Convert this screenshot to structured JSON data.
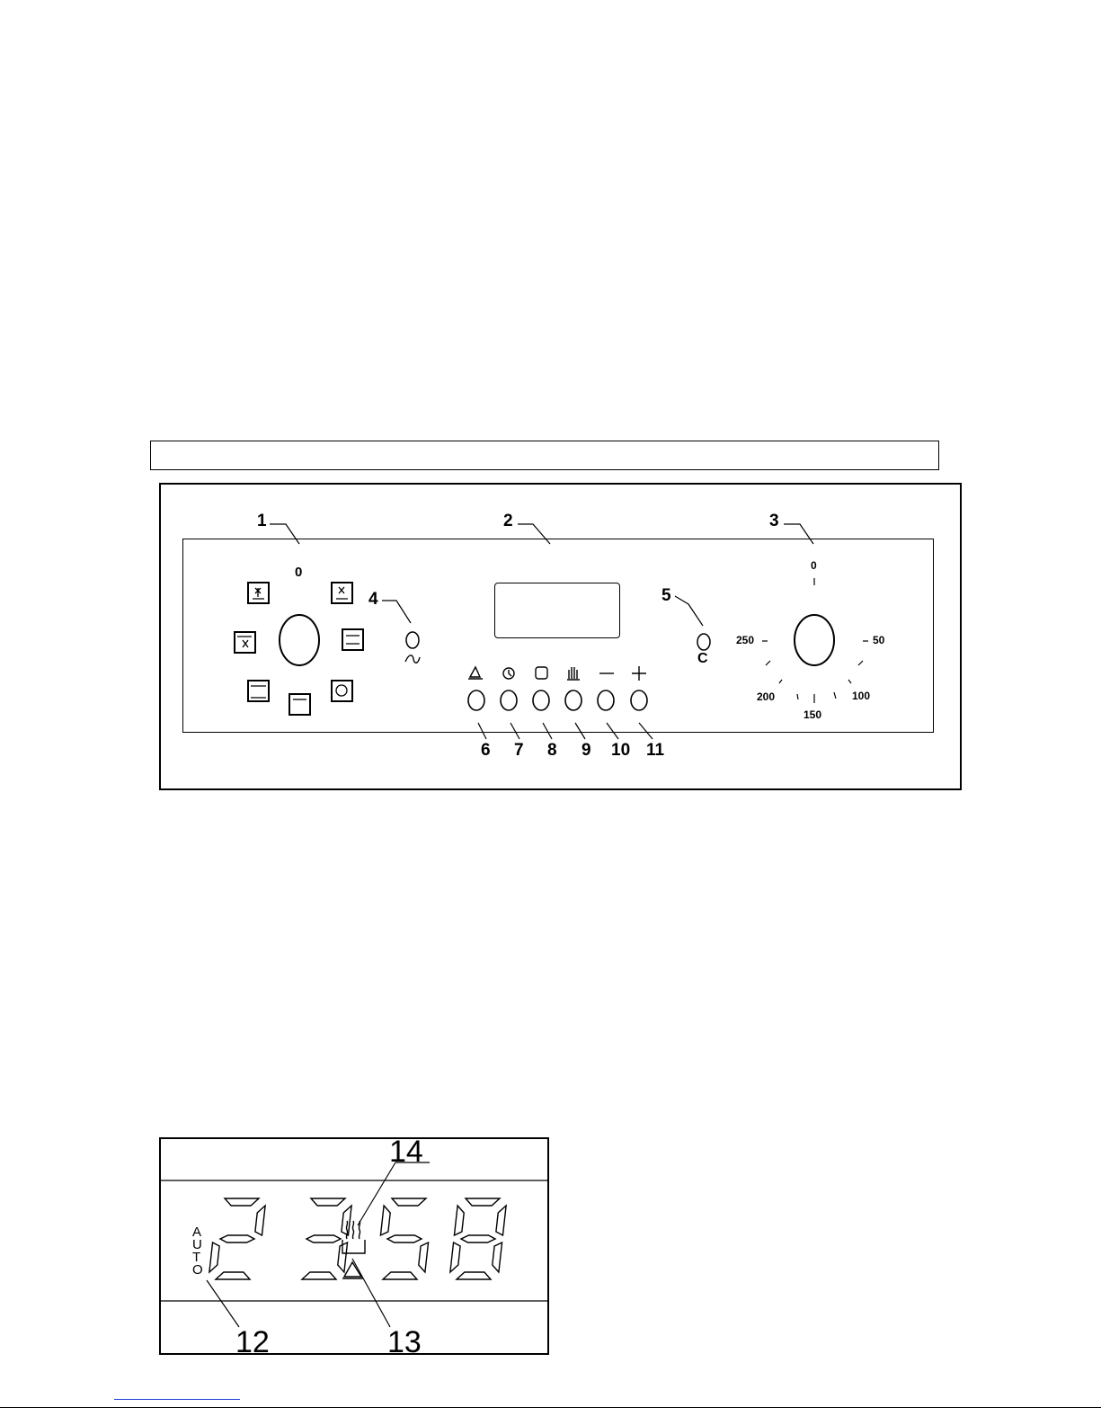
{
  "control_panel": {
    "callouts": {
      "c1": "1",
      "c2": "2",
      "c3": "3",
      "c4": "4",
      "c5": "5",
      "c6": "6",
      "c7": "7",
      "c8": "8",
      "c9": "9",
      "c10": "10",
      "c11": "11"
    },
    "function_selector": {
      "zero_label": "0"
    },
    "temperature_dial": {
      "labels": {
        "t0": "0",
        "t50": "50",
        "t100": "100",
        "t150": "150",
        "t200": "200",
        "t250": "250"
      }
    },
    "thermostat_unit": "C",
    "buttons": [
      {
        "symbol": "bell-icon"
      },
      {
        "symbol": "clock-icon"
      },
      {
        "symbol": "s-icon"
      },
      {
        "symbol": "hand-icon"
      },
      {
        "symbol": "minus-icon"
      },
      {
        "symbol": "plus-icon"
      }
    ]
  },
  "display": {
    "digits": [
      "2",
      "3",
      "5",
      "8"
    ],
    "auto_letters": [
      "A",
      "U",
      "T",
      "O"
    ],
    "callouts": {
      "c12": "12",
      "c13": "13",
      "c14": "14"
    }
  },
  "colors": {
    "ink": "#000000",
    "link": "#1f3fd6"
  }
}
